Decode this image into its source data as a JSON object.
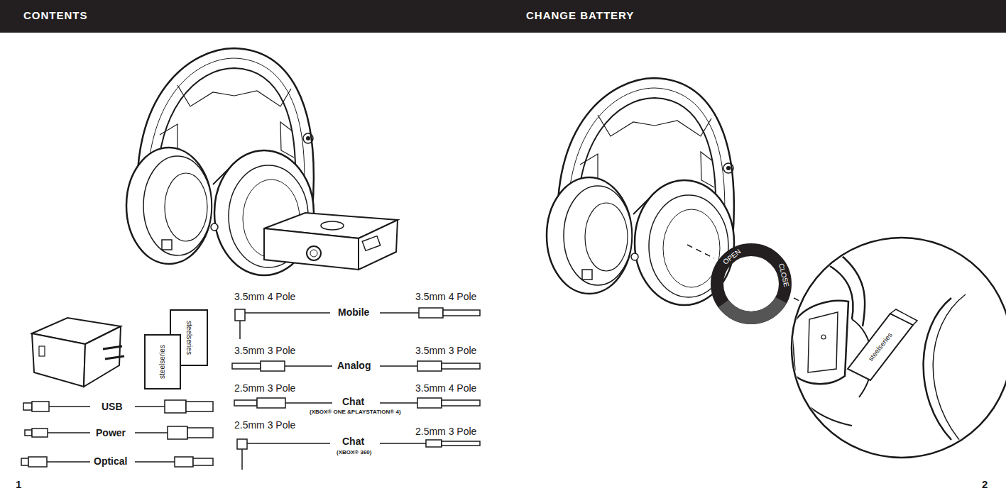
{
  "diagram": {
    "labels": [
      "CONTENTS",
      "CHANGE BATTERY",
      "3.5mm 4 Pole",
      "Mobile",
      "3.5mm 4 Pole",
      "3.5mm 3 Pole",
      "Analog",
      "3.5mm 3 Pole",
      "2.5mm 3 Pole",
      "Chat",
      "(XBOX® ONE &PLAYSTATION® 4)",
      "3.5mm 4 Pole",
      "2.5mm 3 Pole",
      "Chat",
      "(XBOX® 360)",
      "2.5mm 3 Pole",
      "USB",
      "Power",
      "Optical",
      "1",
      "2",
      "OPEN",
      "CLOSE",
      "steelseries",
      "steelseries",
      "steelseries"
    ]
  }
}
